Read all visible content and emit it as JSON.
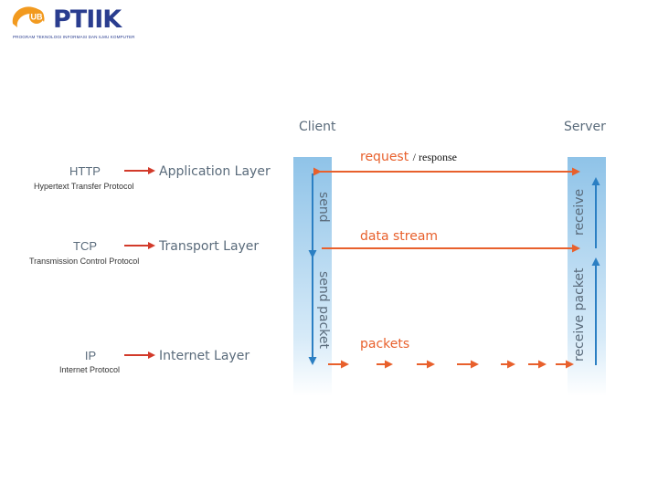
{
  "logo": {
    "wordmark": "PTIIK",
    "badge": "UB",
    "tagline": "PROGRAM TEKNOLOGI INFORMASI DAN ILMU KOMPUTER"
  },
  "diagram": {
    "client_label": "Client",
    "server_label": "Server",
    "rows": [
      {
        "protocol": "HTTP",
        "protocol_full": "Hypertext Transfer Protocol",
        "layer": "Application Layer"
      },
      {
        "protocol": "TCP",
        "protocol_full": "Transmission Control Protocol",
        "layer": "Transport Layer"
      },
      {
        "protocol": "IP",
        "protocol_full": "Internet Protocol",
        "layer": "Internet Layer"
      }
    ],
    "request_label": "request",
    "response_label": "/ response",
    "data_stream_label": "data stream",
    "packets_label": "packets",
    "client_send": "send",
    "client_send_packet": "send packet",
    "server_receive": "receive",
    "server_receive_packet": "receive packet",
    "colors": {
      "accent_orange": "#e8602c",
      "arrow_red": "#d23a2a",
      "arrow_blue": "#2b7fc3",
      "text_gray": "#5a6b7b",
      "logo_blue": "#2a3d8f",
      "logo_orange": "#f29a1f"
    }
  }
}
